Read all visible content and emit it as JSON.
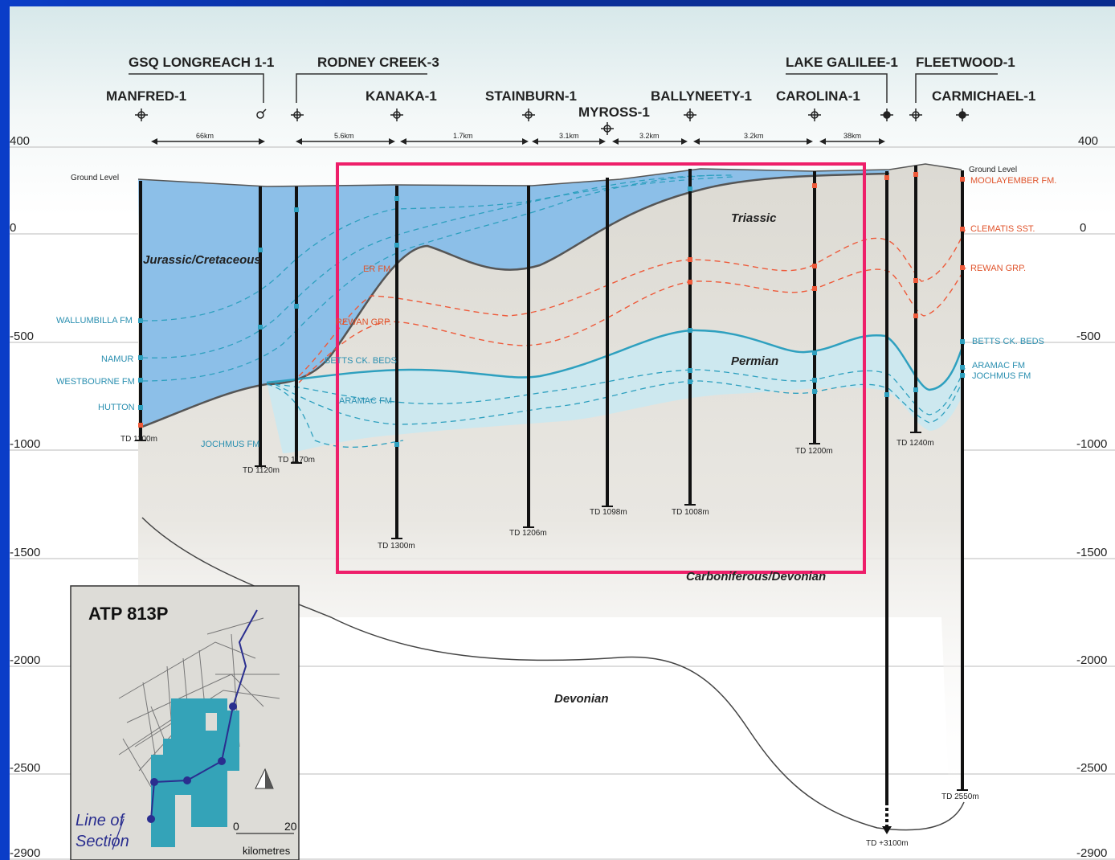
{
  "wells_top": [
    {
      "name": "GSQ LONGREACH 1-1"
    },
    {
      "name": "RODNEY CREEK-3"
    },
    {
      "name": "LAKE GALILEE-1"
    },
    {
      "name": "FLEETWOOD-1"
    }
  ],
  "wells_bottom": [
    {
      "name": "MANFRED-1"
    },
    {
      "name": "KANAKA-1"
    },
    {
      "name": "STAINBURN-1"
    },
    {
      "name": "MYROSS-1"
    },
    {
      "name": "BALLYNEETY-1"
    },
    {
      "name": "CAROLINA-1"
    },
    {
      "name": "CARMICHAEL-1"
    }
  ],
  "distances": [
    "66km",
    "5.6km",
    "1.7km",
    "3.1km",
    "3.2km",
    "3.2km",
    "38km"
  ],
  "depth_axis": [
    "400",
    "0",
    "-500",
    "-1000",
    "-1500",
    "-2000",
    "-2500",
    "-2900"
  ],
  "eras": {
    "jurassic": "Jurassic/Cretaceous",
    "triassic": "Triassic",
    "permian": "Permian",
    "carboniferous": "Carboniferous/Devonian",
    "devonian": "Devonian"
  },
  "left_labels": {
    "ground": "Ground Level",
    "wallumbilla": "WALLUMBILLA FM",
    "namur": "NAMUR",
    "westbourne": "WESTBOURNE FM",
    "hutton": "HUTTON",
    "jochmus": "JOCHMUS FM",
    "er": "ER FM",
    "rewan": "REWAN GRP.",
    "betts": "BETTS CK. BEDS",
    "aramac": "ARAMAC FM"
  },
  "right_labels": {
    "ground": "Ground Level",
    "moolayember": "MOOLAYEMBER FM.",
    "clematis": "CLEMATIS SST.",
    "rewan": "REWAN GRP.",
    "betts": "BETTS CK. BEDS",
    "aramac": "ARAMAC FM",
    "jochmus": "JOCHMUS FM"
  },
  "td_labels": {
    "manfred": "TD 1100m",
    "longreach": "TD 1120m",
    "rodney": "TD 1170m",
    "kanaka": "TD 1300m",
    "stainburn": "TD 1206m",
    "myross": "TD 1098m",
    "ballyneety": "TD 1008m",
    "carolina": "TD 1200m",
    "fleetwood": "TD 1240m",
    "lake_galilee": "TD +3100m",
    "carmichael": "TD 2550m"
  },
  "inset": {
    "title": "ATP 813P",
    "line_label_1": "Line of",
    "line_label_2": "Section",
    "scale_zero": "0",
    "scale_max": "20",
    "scale_unit": "kilometres"
  },
  "colors": {
    "jurassic": "#8cbfe8",
    "permian": "#cfe9ef",
    "triassic_bg": "#dedbd3",
    "highlight": "#ee1f6a",
    "red_horizon": "#ee5a3a",
    "blue_horizon": "#2ea0bf"
  }
}
